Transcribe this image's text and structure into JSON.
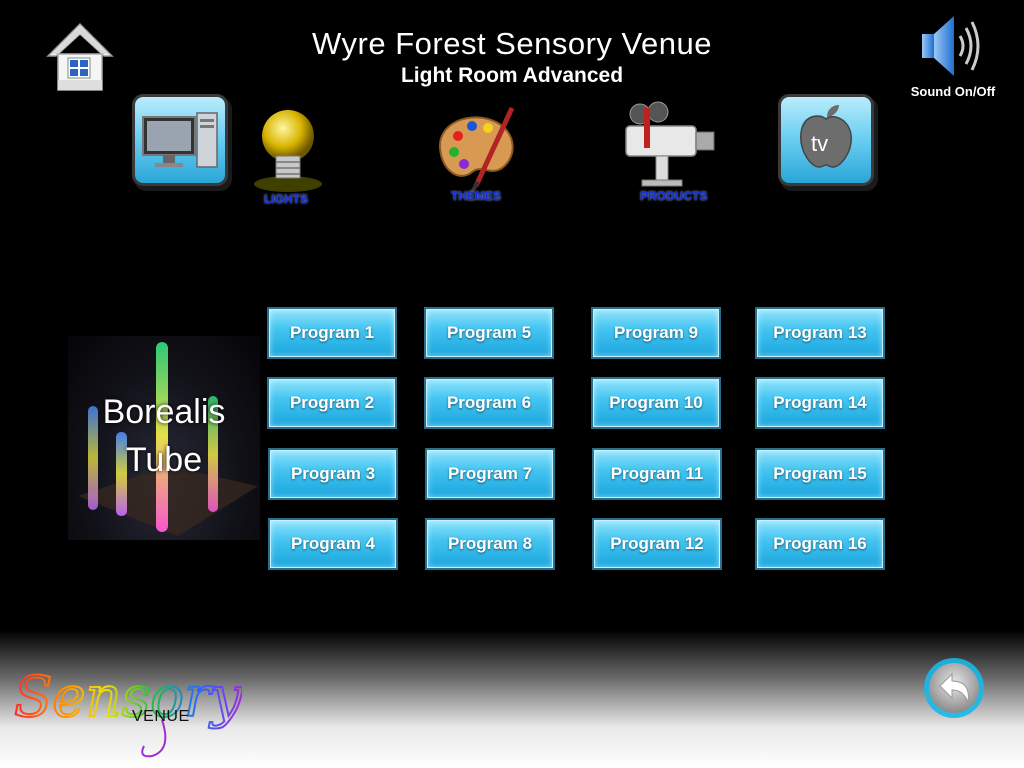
{
  "header": {
    "title": "Wyre Forest Sensory Venue",
    "subtitle": "Light Room Advanced"
  },
  "sound": {
    "label": "Sound On/Off"
  },
  "nav": {
    "lights_label": "LIGHTS",
    "themes_label": "THEMES",
    "products_label": "PRODUCTS",
    "tv_label": "tv"
  },
  "product": {
    "name_line1": "Borealis",
    "name_line2": "Tube"
  },
  "programs": [
    "Program 1",
    "Program 2",
    "Program 3",
    "Program 4",
    "Program 5",
    "Program 6",
    "Program 7",
    "Program 8",
    "Program 9",
    "Program 10",
    "Program 11",
    "Program 12",
    "Program 13",
    "Program 14",
    "Program 15",
    "Program 16"
  ],
  "logo": {
    "script": "Sensory",
    "venue": "VENUE"
  },
  "colors": {
    "button_blue": "#45c5f1",
    "nav_label_blue": "#1230d8",
    "background": "#000000"
  }
}
